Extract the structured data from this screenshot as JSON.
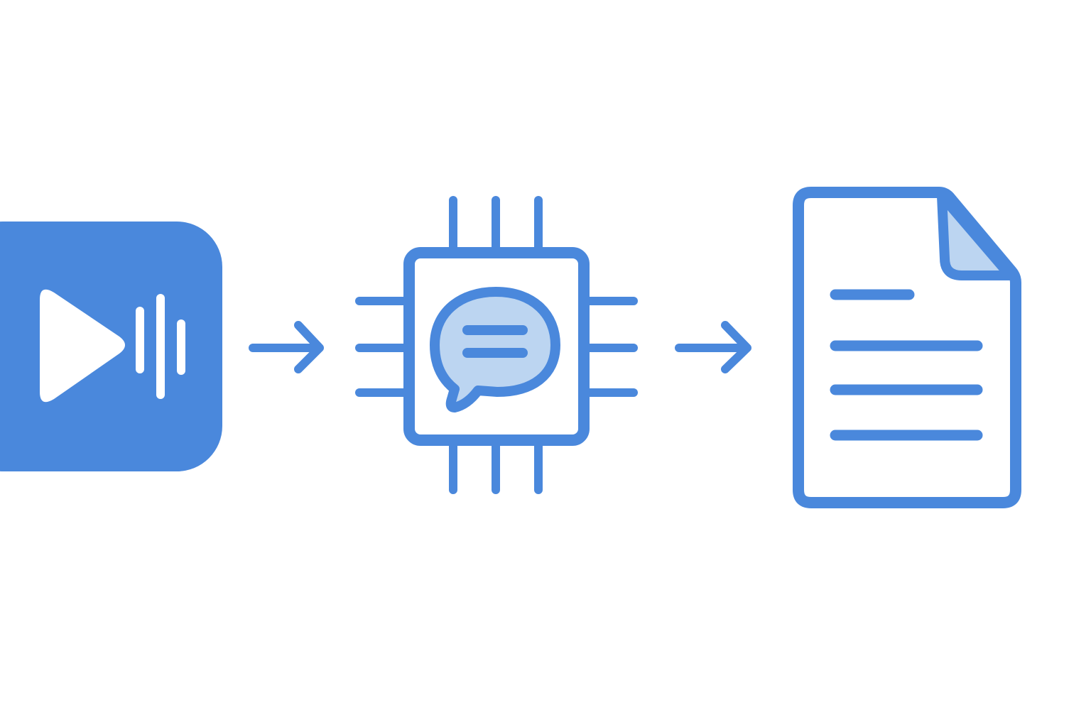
{
  "diagram": {
    "type": "flow",
    "background": "#ffffff",
    "colors": {
      "primary": "#4a88dc",
      "light_fill": "#bcd5f1",
      "inverse": "#ffffff"
    },
    "nodes": [
      {
        "id": "audio-video-input",
        "icon": "play-audio-wave-icon",
        "label": ""
      },
      {
        "id": "ai-processor",
        "icon": "cpu-chat-icon",
        "label": ""
      },
      {
        "id": "text-document-output",
        "icon": "document-lines-icon",
        "label": ""
      }
    ],
    "edges": [
      {
        "from": "audio-video-input",
        "to": "ai-processor",
        "icon": "arrow-right-icon"
      },
      {
        "from": "ai-processor",
        "to": "text-document-output",
        "icon": "arrow-right-icon"
      }
    ]
  }
}
